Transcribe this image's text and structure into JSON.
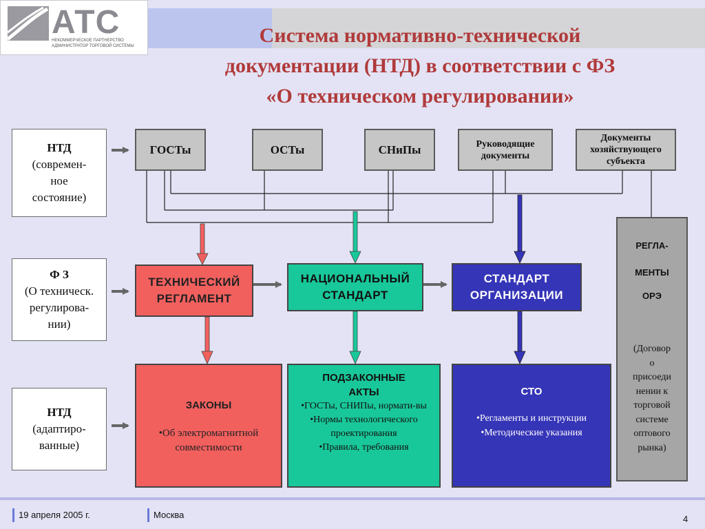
{
  "logo": {
    "text": "АТС",
    "subtitle": "Некоммерческое партнерство администратор торговой системы"
  },
  "title": {
    "line1": "Система нормативно-технической",
    "line2": "документации (НТД) в соответствии с ФЗ",
    "line3": "«О техническом регулировании»"
  },
  "left": {
    "ntd_current": {
      "head": "НТД",
      "body": [
        "(современ-",
        "ное",
        "состояние)"
      ]
    },
    "fz": {
      "head": "Ф З",
      "body": [
        "(О техническ.",
        "регулирова-",
        "нии)"
      ]
    },
    "ntd_adapted": {
      "head": "НТД",
      "body": [
        "(адаптиро-",
        "ванные)"
      ]
    }
  },
  "top_docs": {
    "gosty": "ГОСТы",
    "osty": "ОСТы",
    "snipy": "СНиПы",
    "rukovod": [
      "Руководящие",
      "документы"
    ],
    "hoz": [
      "Документы",
      "хозяйствующего",
      "субъекта"
    ]
  },
  "middle": {
    "tech_reg": [
      "ТЕХНИЧЕСКИЙ",
      "РЕГЛАМЕНТ"
    ],
    "nat_std": [
      "НАЦИОНАЛЬНЫЙ",
      "СТАНДАРТ"
    ],
    "org_std": [
      "СТАНДАРТ",
      "ОРГАНИЗАЦИИ"
    ]
  },
  "bottom": {
    "laws": {
      "head": "ЗАКОНЫ",
      "item": "•Об электромагнитной совместимости"
    },
    "acts": {
      "head": [
        "ПОДЗАКОННЫЕ",
        "АКТЫ"
      ],
      "items": [
        "•ГОСТы, СНИПы, нормати-вы",
        "•Нормы технологического проектирования",
        "•Правила, требования"
      ]
    },
    "sto": {
      "head": "СТО",
      "items": [
        "•Регламенты и инструкции",
        "•Методические указания"
      ]
    }
  },
  "reglamenty": {
    "lines": [
      "РЕГЛА-",
      "МЕНТЫ",
      "ОРЭ"
    ],
    "note": [
      "(Договор",
      "о",
      "присоеди",
      "нении к",
      "торговой",
      "системе",
      "оптового",
      "рынка)"
    ]
  },
  "footer": {
    "date": "19 апреля 2005 г.",
    "city": "Москва",
    "page": "4"
  },
  "colors": {
    "red": "#f2605e",
    "green": "#19c89a",
    "blue": "#3535b8",
    "title": "#b03a3a"
  }
}
